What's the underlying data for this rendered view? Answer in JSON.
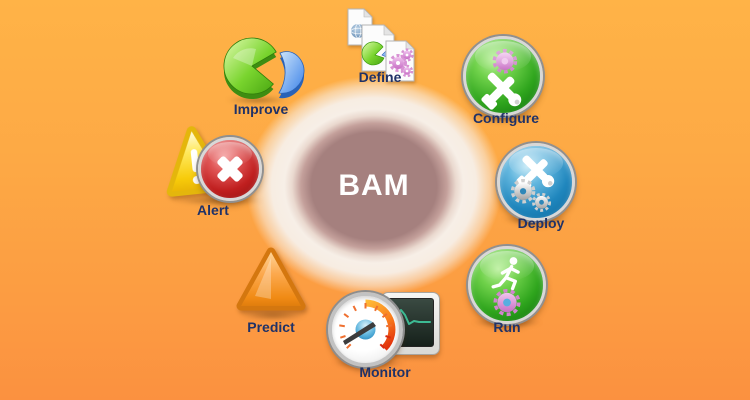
{
  "diagram": {
    "name": "BAM lifecycle diagram",
    "center_label": "BAM",
    "colors": {
      "background_top": "#ffb347",
      "background_bottom": "#fb9140",
      "center_inner_ellipse": "#a5807e",
      "center_halo": "#f7efe7",
      "center_text": "#ffffff",
      "step_label_text": "#203267",
      "green_ball": "#2fa51d",
      "blue_ball": "#1f86bd",
      "red_ball": "#c01f1f",
      "yellow_triangle": "#f7cb0a",
      "orange_triangle": "#f08a14"
    },
    "steps": [
      {
        "id": "define",
        "label": "Define",
        "icon": "documents-stack-globe-gears-icon"
      },
      {
        "id": "configure",
        "label": "Configure",
        "icon": "green-ball-gear-wrench-hammer-icon"
      },
      {
        "id": "deploy",
        "label": "Deploy",
        "icon": "blue-ball-wrench-hammer-gears-icon"
      },
      {
        "id": "run",
        "label": "Run",
        "icon": "green-ball-runner-gear-icon"
      },
      {
        "id": "monitor",
        "label": "Monitor",
        "icon": "gauge-and-chart-screen-icon"
      },
      {
        "id": "predict",
        "label": "Predict",
        "icon": "orange-triangle-icon"
      },
      {
        "id": "alert",
        "label": "Alert",
        "icon": "warning-triangle-red-x-icon"
      },
      {
        "id": "improve",
        "label": "Improve",
        "icon": "pie-chart-icon"
      }
    ]
  }
}
